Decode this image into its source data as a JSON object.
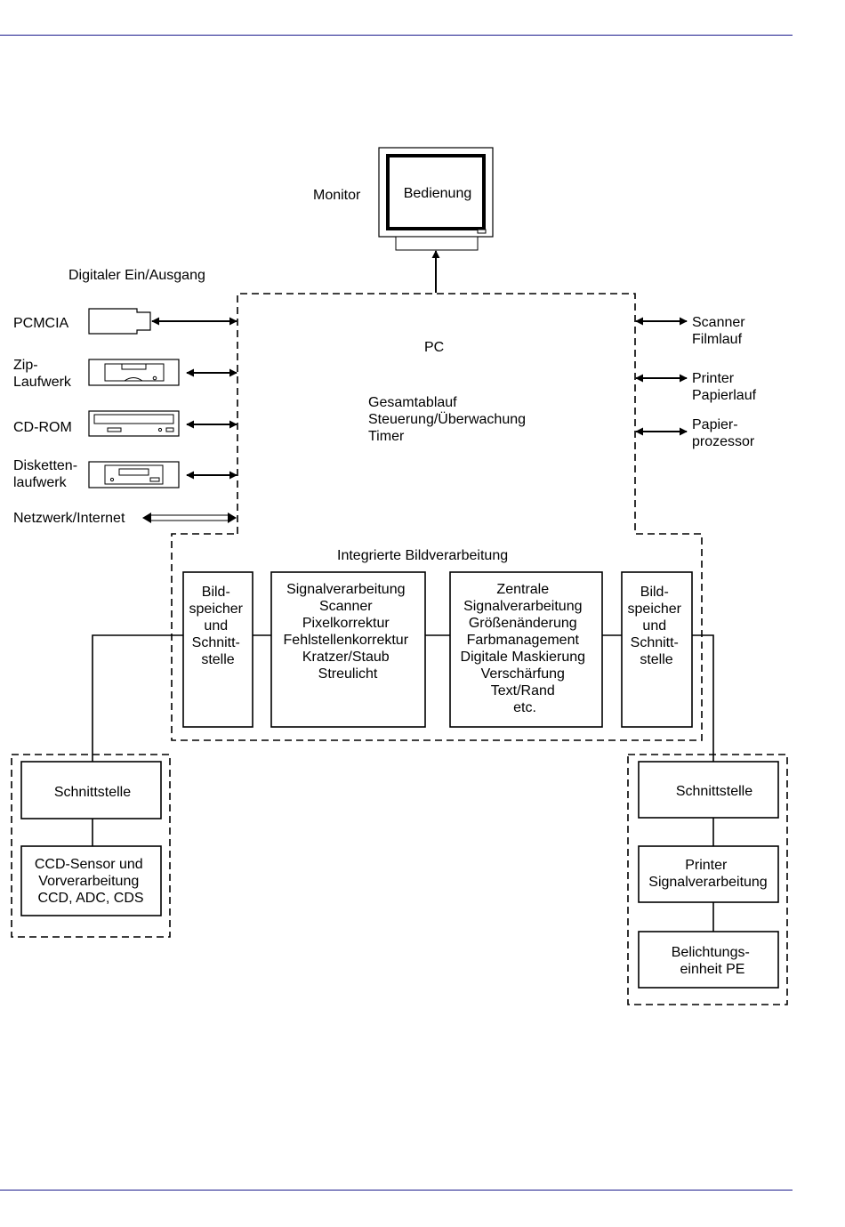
{
  "monitor": {
    "label": "Monitor",
    "screen_text": "Bedienung"
  },
  "digital_io": {
    "title": "Digitaler Ein/Ausgang",
    "devices": {
      "pcmcia": [
        "PCMCIA"
      ],
      "zip": [
        "Zip-",
        "Laufwerk"
      ],
      "cdrom": [
        "CD-ROM"
      ],
      "disk": [
        "Disketten-",
        "laufwerk"
      ],
      "network": [
        "Netzwerk/Internet"
      ]
    }
  },
  "pc": {
    "title": "PC",
    "functions": [
      "Gesamtablauf",
      "Steuerung/Überwachung",
      "Timer"
    ]
  },
  "peripherals": {
    "scanner": [
      "Scanner",
      "Filmlauf"
    ],
    "printer": [
      "Printer",
      "Papierlauf"
    ],
    "processor": [
      "Papier-",
      "prozessor"
    ]
  },
  "image_processing": {
    "title": "Integrierte Bildverarbeitung",
    "buffer_left": [
      "Bild-",
      "speicher",
      "und",
      "Schnitt-",
      "stelle"
    ],
    "scanner_processing": [
      "Signalverarbeitung",
      "Scanner",
      "Pixelkorrektur",
      "Fehlstellenkorrektur",
      "Kratzer/Staub",
      "Streulicht"
    ],
    "central_processing": [
      "Zentrale",
      "Signalverarbeitung",
      "Größenänderung",
      "Farbmanagement",
      "Digitale Maskierung",
      "Verschärfung",
      "Text/Rand",
      "etc."
    ],
    "buffer_right": [
      "Bild-",
      "speicher",
      "und",
      "Schnitt-",
      "stelle"
    ]
  },
  "scanner_unit": {
    "interface": [
      "Schnittstelle"
    ],
    "sensor": [
      "CCD-Sensor und",
      "Vorverarbeitung",
      "CCD, ADC, CDS"
    ]
  },
  "printer_unit": {
    "interface": [
      "Schnittstelle"
    ],
    "signal": [
      "Printer",
      "Signalverarbeitung"
    ],
    "exposure": [
      "Belichtungs-",
      "einheit PE"
    ]
  }
}
